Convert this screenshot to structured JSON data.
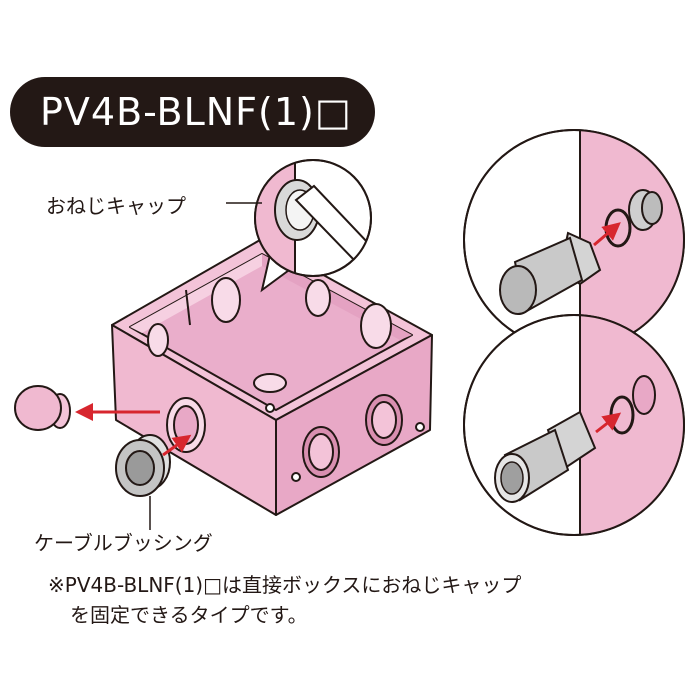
{
  "title": "PV4B-BLNF(1)□",
  "labels": {
    "cap": "おねじキャップ",
    "bushing": "ケーブルブッシング"
  },
  "note": {
    "line1": "※PV4B-BLNF(1)□は直接ボックスにおねじキャップ",
    "line2": "を固定できるタイプです。"
  },
  "colors": {
    "box_pink": "#f0b9d0",
    "box_pink_dark": "#d98fb0",
    "outline": "#231815",
    "arrow_red": "#d7262e",
    "gray": "#b9b9b9",
    "title_bg": "#231815"
  }
}
